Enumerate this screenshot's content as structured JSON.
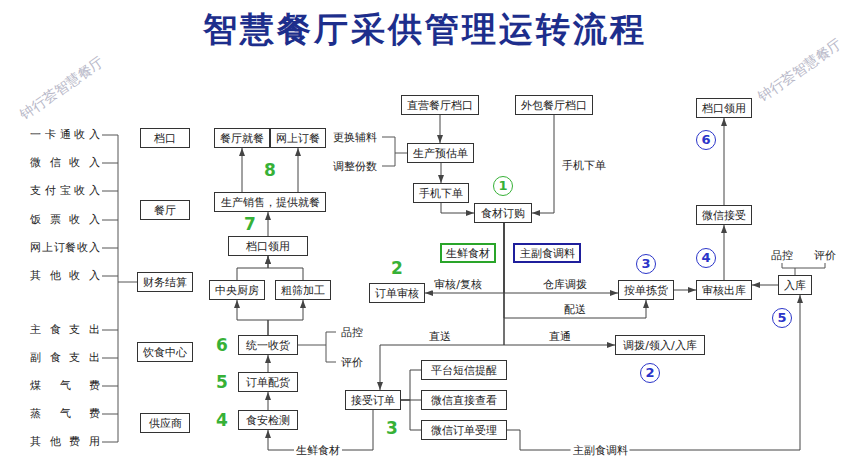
{
  "diagram": {
    "title": "智慧餐厅采供管理运转流程",
    "nodes": [
      {
        "text": [
          "直营餐厅档口"
        ]
      },
      {
        "text": [
          "外包餐厅档口"
        ]
      },
      {
        "text": [
          "档口领用"
        ]
      },
      {
        "text": [
          "档口"
        ]
      },
      {
        "text": [
          "餐厅就餐"
        ]
      },
      {
        "text": [
          "网上订餐"
        ]
      },
      {
        "text": [
          "生产预估单"
        ]
      },
      {
        "text": [
          "手机下单"
        ]
      },
      {
        "text": [
          "生产销售，提供就餐"
        ]
      },
      {
        "text": [
          "餐厅"
        ]
      },
      {
        "text": [
          "食材订购"
        ]
      },
      {
        "text": [
          "微信接受"
        ]
      },
      {
        "text": [
          "档口领用"
        ]
      },
      {
        "text": [
          "生鲜食材"
        ]
      },
      {
        "text": [
          "主副食调料"
        ]
      },
      {
        "text": [
          "财务结算"
        ]
      },
      {
        "text": [
          "入库"
        ]
      },
      {
        "text": [
          "中央厨房"
        ]
      },
      {
        "text": [
          "粗筛加工"
        ]
      },
      {
        "text": [
          "订单审核"
        ]
      },
      {
        "text": [
          "按单拣货"
        ]
      },
      {
        "text": [
          "审核出库"
        ]
      },
      {
        "text": [
          "统一收货"
        ]
      },
      {
        "text": [
          "调拨/领入/入库"
        ]
      },
      {
        "text": [
          "饮食中心"
        ]
      },
      {
        "text": [
          "平台短信提醒"
        ]
      },
      {
        "text": [
          "订单配货"
        ]
      },
      {
        "text": [
          "接受订单"
        ]
      },
      {
        "text": [
          "微信直接查看"
        ]
      },
      {
        "text": [
          "食安检测"
        ]
      },
      {
        "text": [
          "供应商"
        ]
      },
      {
        "text": [
          "微信订单受理"
        ]
      }
    ],
    "edges": [
      {
        "from": 0,
        "to": 6,
        "arrow": "to"
      },
      {
        "from": 6,
        "to": 7,
        "arrow": "to"
      },
      {
        "from": 7,
        "to": 10,
        "arrow": "to"
      },
      {
        "from": 1,
        "to": 10,
        "label": "手机下单",
        "arrow": "to"
      },
      {
        "from": 10,
        "to": 19,
        "label": "审核/复核",
        "arrow": "to"
      },
      {
        "from": 10,
        "to": 20,
        "label": "仓库调拨",
        "arrow": "to"
      },
      {
        "from": 10,
        "to": 20,
        "label": "配送",
        "arrow": "to"
      },
      {
        "from": 10,
        "to": 23,
        "label": "直通",
        "arrow": "to"
      },
      {
        "from": 10,
        "to": 27,
        "label": "直送",
        "arrow": "to"
      },
      {
        "from": 20,
        "to": 21,
        "arrow": "to"
      },
      {
        "from": 16,
        "to": 21,
        "arrow": "to"
      },
      {
        "from": 21,
        "to": 11,
        "arrow": "to"
      },
      {
        "from": 11,
        "to": 2,
        "arrow": "to"
      },
      {
        "from": 27,
        "to": 25,
        "arrow": "none"
      },
      {
        "from": 27,
        "to": 28,
        "arrow": "none"
      },
      {
        "from": 27,
        "to": 31,
        "arrow": "none"
      },
      {
        "from": 31,
        "to": 16,
        "label": "主副食调料",
        "arrow": "to"
      },
      {
        "from": 27,
        "to": 29,
        "label": "生鲜食材",
        "arrow": "to"
      },
      {
        "from": 29,
        "to": 26,
        "arrow": "to"
      },
      {
        "from": 26,
        "to": 22,
        "arrow": "to"
      },
      {
        "from": 22,
        "to": 17,
        "arrow": "to"
      },
      {
        "from": 22,
        "to": 18,
        "arrow": "to"
      },
      {
        "from": 17,
        "to": 12,
        "arrow": "to"
      },
      {
        "from": 18,
        "to": 12,
        "arrow": "to"
      },
      {
        "from": 12,
        "to": 8,
        "arrow": "to"
      },
      {
        "from": 8,
        "to": 4,
        "arrow": "to"
      },
      {
        "from": 8,
        "to": 5,
        "arrow": "to"
      }
    ],
    "labels": [
      "一卡通收入",
      "微信收入",
      "支付宝收入",
      "饭票收入",
      "网上订餐收入",
      "其他收入",
      "主食支出",
      "副食支出",
      "煤气费",
      "蒸气费",
      "其他费用",
      "更换辅料",
      "调整份数",
      "品控",
      "评价",
      "品控",
      "评价",
      "1",
      "2",
      "3",
      "4",
      "6",
      "5",
      "2",
      "3",
      "4",
      "5",
      "6",
      "7",
      "8",
      "钟行荟智慧餐厅",
      "钟行荟智慧餐厅"
    ]
  }
}
